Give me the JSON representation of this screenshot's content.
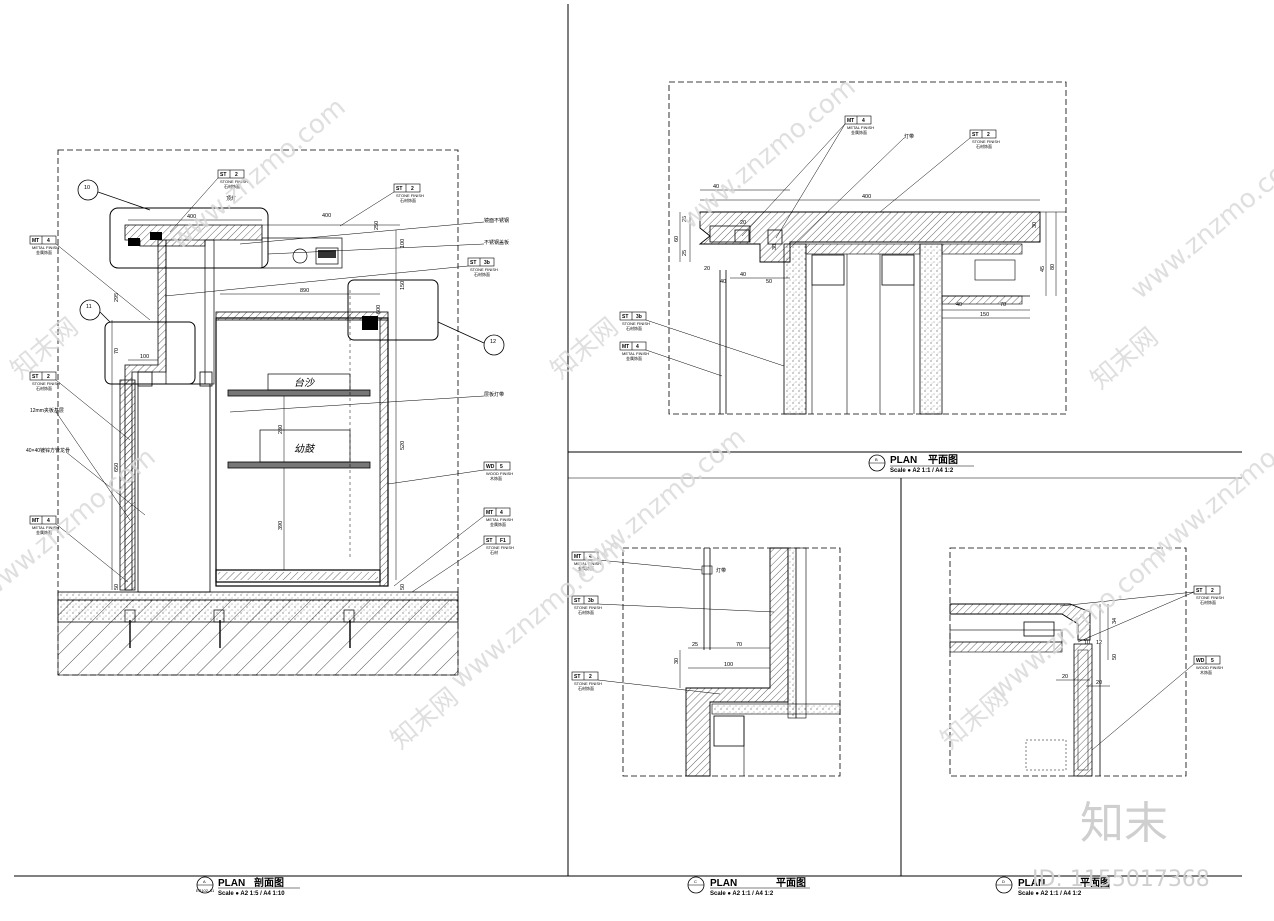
{
  "sheet": {
    "title_1": {
      "number": "A",
      "word": "PLAN",
      "cn": "剖面图",
      "scale": "Scale ● A2 1:5 / A4 1:10",
      "ref": "EP102-A1"
    },
    "title_2": {
      "number": "B",
      "word": "PLAN",
      "cn": "平面图",
      "scale": "Scale ● A2 1:1 / A4 1:2"
    },
    "title_3": {
      "number": "C",
      "word": "PLAN",
      "cn": "平面图",
      "scale": "Scale ● A2 1:1 / A4 1:2"
    },
    "title_4": {
      "number": "D",
      "word": "PLAN",
      "cn": "平面图",
      "scale": "Scale ● A2 1:1 / A4 1:2"
    }
  },
  "section": {
    "callout_top": "10",
    "callout_left": "11",
    "callout_right": "12",
    "tags": [
      {
        "code": "ST",
        "num": "2",
        "en": "STONE FINISH",
        "cn": "石材饰面"
      },
      {
        "code": "ST",
        "num": "2",
        "en": "STONE FINISH",
        "cn": "石材饰面"
      },
      {
        "code": "MT",
        "num": "4",
        "en": "METAL FINISH",
        "cn": "金属饰面"
      },
      {
        "code": "ST",
        "num": "3b",
        "en": "STONE FINISH",
        "cn": "石材饰面"
      },
      {
        "code": "ST",
        "num": "2",
        "en": "STONE FINISH",
        "cn": "石材饰面"
      },
      {
        "code": "MT",
        "num": "4",
        "en": "METAL FINISH",
        "cn": "金属饰面"
      },
      {
        "code": "WD",
        "num": "5",
        "en": "WOOD FINISH",
        "cn": "木饰面"
      },
      {
        "code": "MT",
        "num": "4",
        "en": "METAL FINISH",
        "cn": "金属饰面"
      },
      {
        "code": "ST",
        "num": "F1",
        "en": "STONE FINISH",
        "cn": "石材"
      }
    ],
    "notes": [
      "顶灯",
      "镜面不锈钢",
      "不锈钢盖板",
      "12mm夹板基层",
      "40×40镀锌方管龙骨",
      "层板灯带"
    ],
    "label_top_shelf": "台沙",
    "label_mid_shelf": "幼鼓",
    "dims": [
      "400",
      "400",
      "250",
      "150",
      "100",
      "70",
      "295",
      "650",
      "520",
      "600",
      "390",
      "280",
      "100",
      "50",
      "50",
      "890"
    ]
  },
  "detail_top": {
    "tags": [
      {
        "code": "MT",
        "num": "4",
        "en": "METAL FINISH",
        "cn": "金属饰面"
      },
      {
        "code": "ST",
        "num": "2",
        "en": "STONE FINISH",
        "cn": "石材饰面"
      },
      {
        "code": "ST",
        "num": "3b",
        "en": "STONE FINISH",
        "cn": "石材饰面"
      },
      {
        "code": "MT",
        "num": "4",
        "en": "METAL FINISH",
        "cn": "金属饰面"
      }
    ],
    "note": "灯带",
    "dims": [
      "40",
      "400",
      "20",
      "40",
      "30",
      "40",
      "50",
      "40",
      "70",
      "150",
      "25",
      "25",
      "60",
      "20",
      "30",
      "80",
      "45"
    ]
  },
  "detail_left": {
    "tags": [
      {
        "code": "MT",
        "num": "4",
        "en": "METAL FINISH",
        "cn": "金属饰面"
      },
      {
        "code": "ST",
        "num": "3b",
        "en": "STONE FINISH",
        "cn": "石材饰面"
      },
      {
        "code": "ST",
        "num": "2",
        "en": "STONE FINISH",
        "cn": "石材饰面"
      }
    ],
    "note": "灯带",
    "dims": [
      "25",
      "70",
      "100",
      "30"
    ]
  },
  "detail_right": {
    "tags": [
      {
        "code": "ST",
        "num": "2",
        "en": "STONE FINISH",
        "cn": "石材饰面"
      },
      {
        "code": "WD",
        "num": "5",
        "en": "WOOD FINISH",
        "cn": "木饰面"
      }
    ],
    "dims": [
      "34",
      "10",
      "12",
      "20",
      "20",
      "50"
    ]
  },
  "watermark": {
    "site": "www.znzmo.com",
    "brand_cn": "知末网",
    "logo": "知末",
    "id": "ID: 1155017368"
  }
}
